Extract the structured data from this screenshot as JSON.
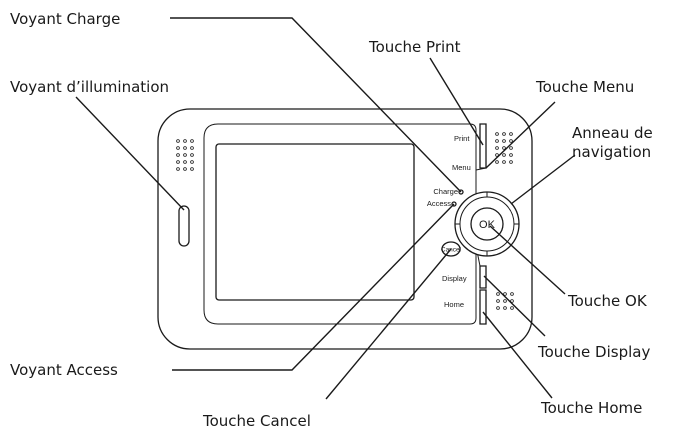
{
  "labels": {
    "voyant_charge": "Voyant Charge",
    "touche_print": "Touche Print",
    "voyant_illumination": "Voyant d’illumination",
    "touche_menu": "Touche Menu",
    "anneau_line1": "Anneau de",
    "anneau_line2": "navigation",
    "touche_ok": "Touche OK",
    "voyant_access": "Voyant Access",
    "touche_display": "Touche Display",
    "touche_cancel": "Touche Cancel",
    "touche_home": "Touche Home"
  },
  "device": {
    "print": "Print",
    "menu": "Menu",
    "charge": "Charge",
    "access": "Access",
    "ok": "OK",
    "cancel": "Cancel",
    "display": "Display",
    "home": "Home"
  }
}
